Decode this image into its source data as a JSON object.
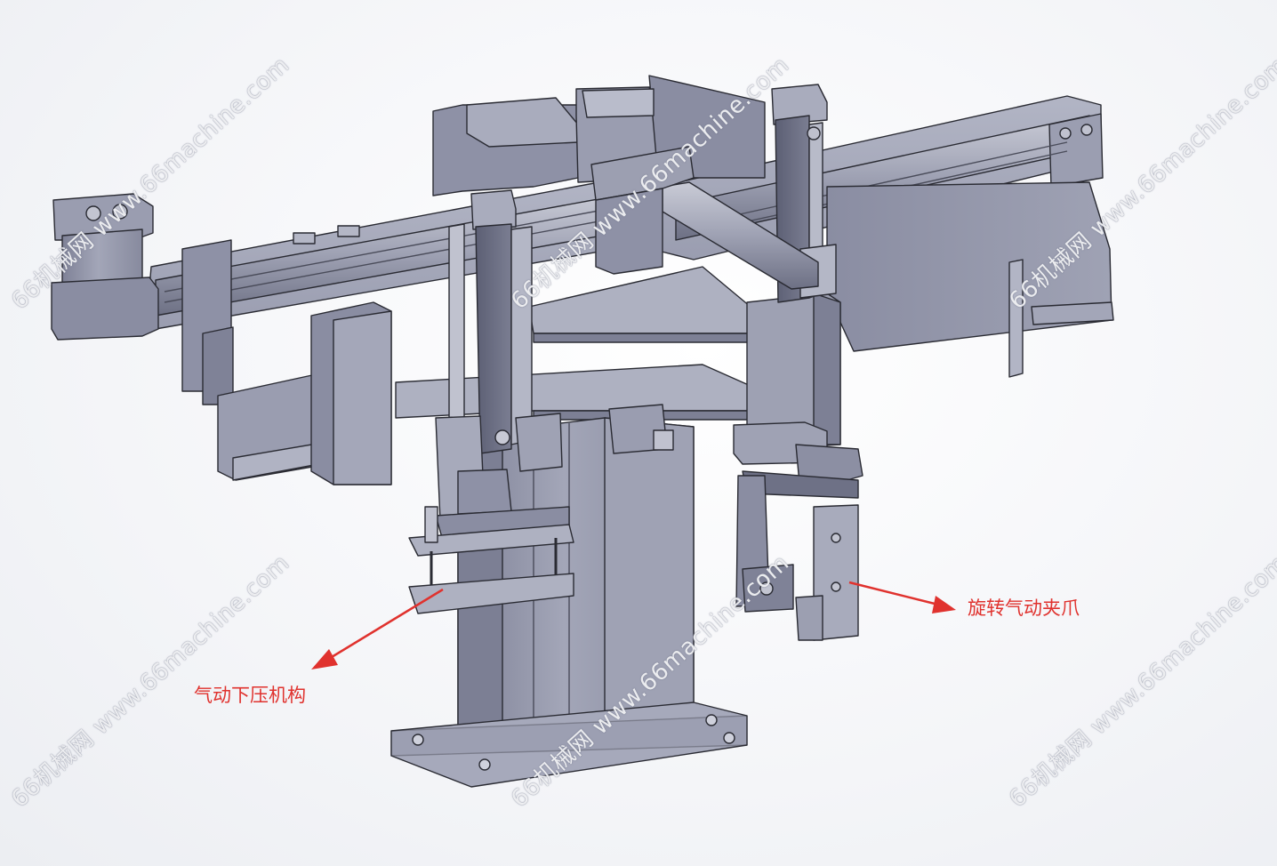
{
  "callouts": {
    "left_label": "气动下压机构",
    "right_label": "旋转气动夹爪"
  },
  "watermark": {
    "text": "66机械网 www.66machine.com"
  },
  "colors": {
    "annotation": "#e0322e",
    "metal_light": "#a9acbd",
    "metal_mid": "#8c8fa3",
    "metal_dark": "#5e6177",
    "edge": "#2a2b33",
    "background": "#ffffff"
  }
}
